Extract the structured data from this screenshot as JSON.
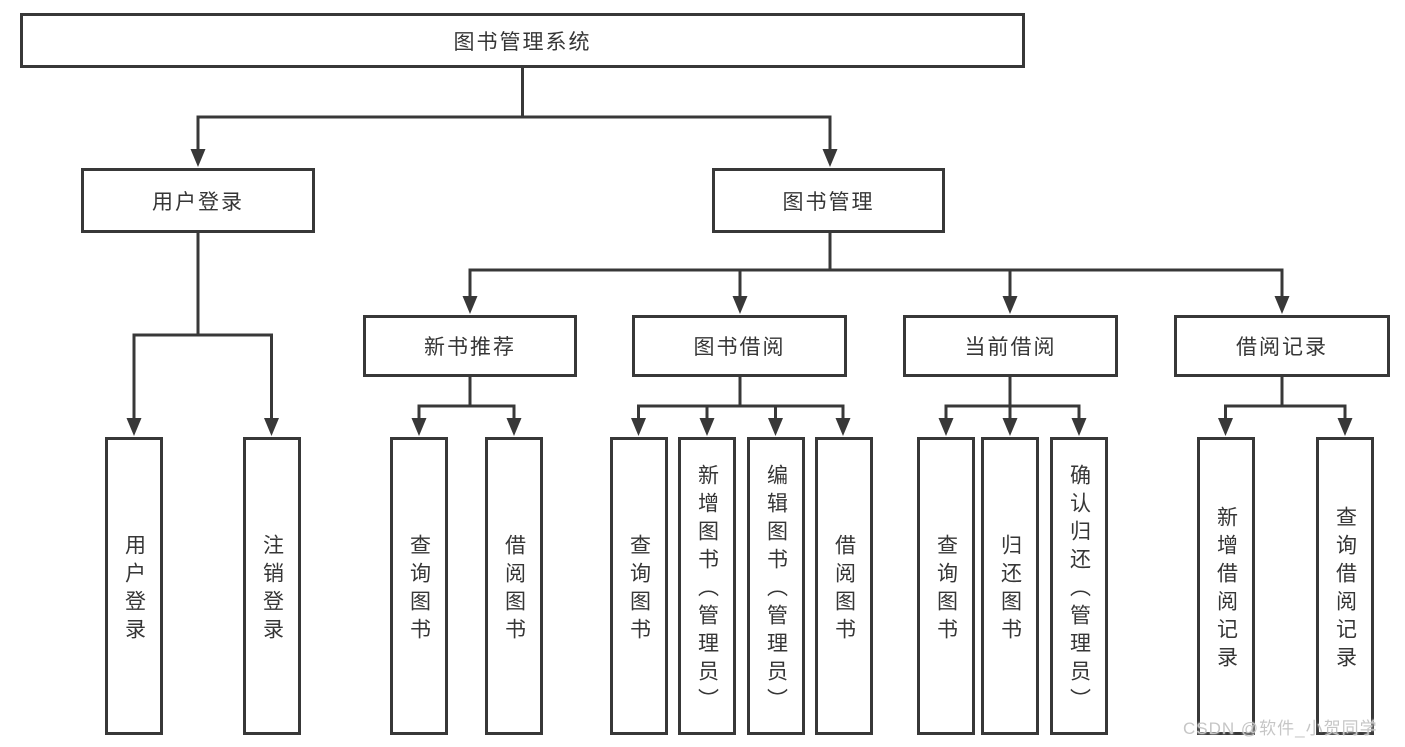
{
  "colors": {
    "line": "#383838",
    "text": "#363636",
    "box_bg": "#ffffff",
    "background": "#ffffff",
    "watermark": "#c6c6c6"
  },
  "diagram": {
    "root": {
      "label": "图书管理系统"
    },
    "level1": [
      {
        "label": "用户登录"
      },
      {
        "label": "图书管理"
      }
    ],
    "level2": [
      {
        "label": "新书推荐"
      },
      {
        "label": "图书借阅"
      },
      {
        "label": "当前借阅"
      },
      {
        "label": "借阅记录"
      }
    ],
    "leaves": {
      "user_login": [
        "用户登录",
        "注销登录"
      ],
      "new_books": [
        "查询图书",
        "借阅图书"
      ],
      "book_borrow": [
        "查询图书",
        "新增图书（管理员）",
        "编辑图书（管理员）",
        "借阅图书"
      ],
      "current_borrow": [
        "查询图书",
        "归还图书",
        "确认归还（管理员）"
      ],
      "borrow_records": [
        "新增借阅记录",
        "查询借阅记录"
      ]
    }
  },
  "watermark": {
    "text": "CSDN @软件_小贺同学"
  }
}
